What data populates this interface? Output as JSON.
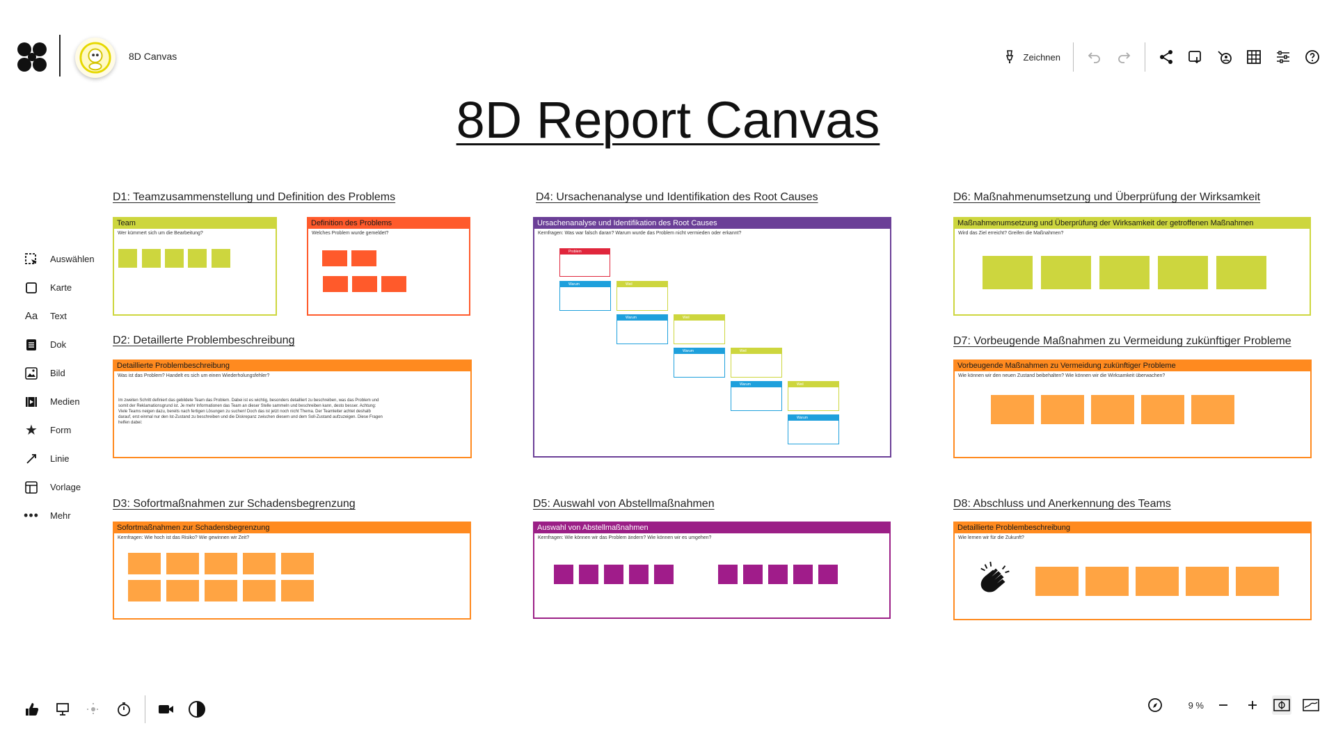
{
  "header": {
    "board_name": "8D Canvas",
    "draw_label": "Zeichnen"
  },
  "page_title": "8D Report Canvas",
  "left_tools": [
    {
      "label": "Auswählen",
      "icon": "select-icon"
    },
    {
      "label": "Karte",
      "icon": "card-icon"
    },
    {
      "label": "Text",
      "icon": "text-icon",
      "glyph": "Aa"
    },
    {
      "label": "Dok",
      "icon": "document-icon"
    },
    {
      "label": "Bild",
      "icon": "image-icon"
    },
    {
      "label": "Medien",
      "icon": "media-icon"
    },
    {
      "label": "Form",
      "icon": "star-icon"
    },
    {
      "label": "Linie",
      "icon": "line-icon"
    },
    {
      "label": "Vorlage",
      "icon": "template-icon"
    },
    {
      "label": "Mehr",
      "icon": "more-icon"
    }
  ],
  "sections": {
    "d1": {
      "title": "D1: Teamzusammenstellung und Definition des Problems",
      "team": {
        "head": "Team",
        "sub": "Wer kümmert sich um die Bearbeitung?",
        "color": "#cdd63e"
      },
      "problem": {
        "head": "Definition des Problems",
        "sub": "Welches Problem wurde gemeldet?",
        "color": "#ff5a2b"
      }
    },
    "d2": {
      "title": "D2: Detaillerte Problembeschreibung",
      "head": "Detaillierte Problembeschreibung",
      "sub": "Was ist das Problem? Handelt es sich um einen Wiederholungsfehler?",
      "body": "Im zweiten Schritt definiert das gebildete Team das Problem. Dabei ist es wichtig, besonders detailliert zu beschreiben, was das Problem und somit der Reklamationsgrund ist. Je mehr Informationen das Team an dieser Stelle sammeln und beschreiben kann, desto besser. Achtung: Viele Teams neigen dazu, bereits nach fertigen Lösungen zu suchen! Doch das ist jetzt noch nicht Thema. Der Teamleiter achtet deshalb darauf, erst einmal nur den Ist-Zustand zu beschreiben und die Diskrepanz zwischen diesem und dem Soll-Zustand aufzuzeigen. Diese Fragen helfen dabei:",
      "color": "#ff8a1f"
    },
    "d3": {
      "title": "D3: Sofortmaßnahmen zur Schadensbegrenzung",
      "head": "Sofortmaßnahmen zur Schadensbegrenzung",
      "sub": "Kernfragen: Wie hoch ist das Risiko? Wie gewinnen wir Zeit?",
      "color": "#ff8a1f"
    },
    "d4": {
      "title": "D4: Ursachenanalyse und Identifikation des Root Causes",
      "head": "Ursachenanalyse und Identifikation des Root Causes",
      "sub": "Kernfragen: Was war falsch daran? Warum wurde das Problem nicht vermieden oder erkannt?",
      "problem_label": "Problem",
      "warum_label": "Warum",
      "weil_label": "Weil",
      "color": "#6b3f97"
    },
    "d5": {
      "title": "D5: Auswahl von Abstellmaßnahmen",
      "head": "Auswahl von Abstellmaßnahmen",
      "sub": "Kernfragen: Wie können wir das Problem ändern? Wie können wir es umgehen?",
      "color": "#9b1f86"
    },
    "d6": {
      "title": "D6: Maßnahmenumsetzung und Überprüfung der Wirksamkeit",
      "head": "Maßnahmenumsetzung und Überprüfung der Wirksamkeit der getroffenen Maßnahmen",
      "sub": "Wird das Ziel erreicht? Greifen die Maßnahmen?",
      "color": "#cdd63e"
    },
    "d7": {
      "title": "D7: Vorbeugende Maßnahmen zu Vermeidung zukünftiger Probleme",
      "head": "Vorbeugende Maßnahmen zu Vermeidung zukünftiger Probleme",
      "sub": "Wie können wir den neuen Zustand beibehalten? Wie können wir die Wirksamkeit überwachen?",
      "color": "#ff8a1f"
    },
    "d8": {
      "title": "D8: Abschluss und Anerkennung des Teams",
      "head": "Detaillierte Problembeschreibung",
      "sub": "Wie lernen wir für die Zukunft?",
      "color": "#ff8a1f"
    }
  },
  "colors": {
    "note_orange": "#ffa443",
    "note_red": "#ff5a2b",
    "note_lime": "#cdd63e",
    "note_purple": "#a01c8a",
    "box_red": "#e0263c",
    "box_blue": "#1ea0dc"
  },
  "footer": {
    "zoom": "9 %"
  }
}
